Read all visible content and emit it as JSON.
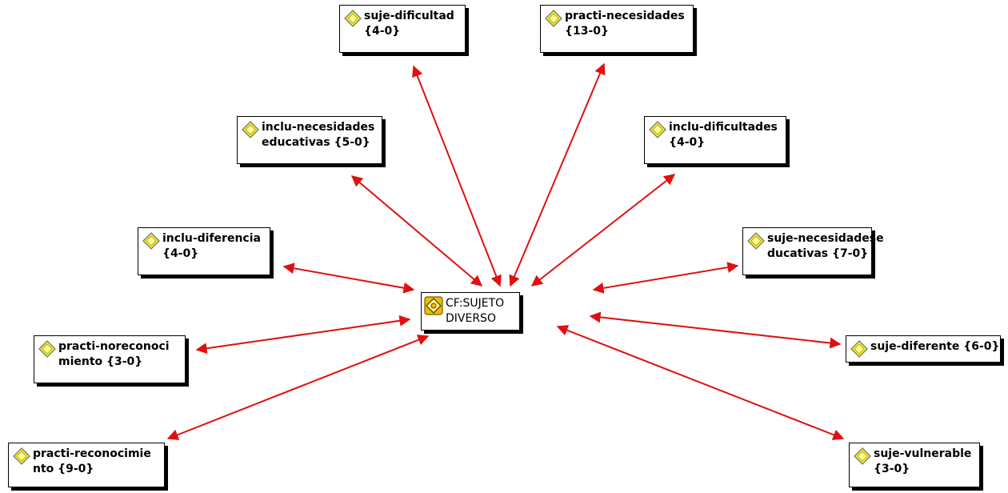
{
  "colors": {
    "edge": "#e01010",
    "code_icon": "#f0f020",
    "family_icon": "#e8c000"
  },
  "center": {
    "label_line1": "CF:SUJETO",
    "label_line2": "DIVERSO",
    "icon": "family-icon"
  },
  "nodes": [
    {
      "id": "suje-dificultad",
      "line1": "suje-dificultad",
      "line2": "{4-0}",
      "icon": "code-icon"
    },
    {
      "id": "practi-necesidades",
      "line1": "practi-necesidades",
      "line2": "{13-0}",
      "icon": "code-icon"
    },
    {
      "id": "inclu-necesidades-educativas",
      "line1": "inclu-necesidades",
      "line2": "educativas {5-0}",
      "icon": "code-icon"
    },
    {
      "id": "inclu-dificultades",
      "line1": "inclu-dificultades",
      "line2": "{4-0}",
      "icon": "code-icon"
    },
    {
      "id": "inclu-diferencia",
      "line1": "inclu-diferencia",
      "line2": "{4-0}",
      "icon": "code-icon"
    },
    {
      "id": "suje-necesidadeseducativas",
      "line1": "suje-necesidadese",
      "line2": "ducativas {7-0}",
      "icon": "code-icon"
    },
    {
      "id": "practi-noreconocimiento",
      "line1": "practi-noreconoci",
      "line2": "miento {3-0}",
      "icon": "code-icon"
    },
    {
      "id": "suje-diferente",
      "line1": "suje-diferente {6-0}",
      "line2": "",
      "icon": "code-icon"
    },
    {
      "id": "practi-reconocimiento",
      "line1": "practi-reconocimie",
      "line2": "nto {9-0}",
      "icon": "code-icon"
    },
    {
      "id": "suje-vulnerable",
      "line1": "suje-vulnerable",
      "line2": "{3-0}",
      "icon": "code-icon"
    }
  ]
}
